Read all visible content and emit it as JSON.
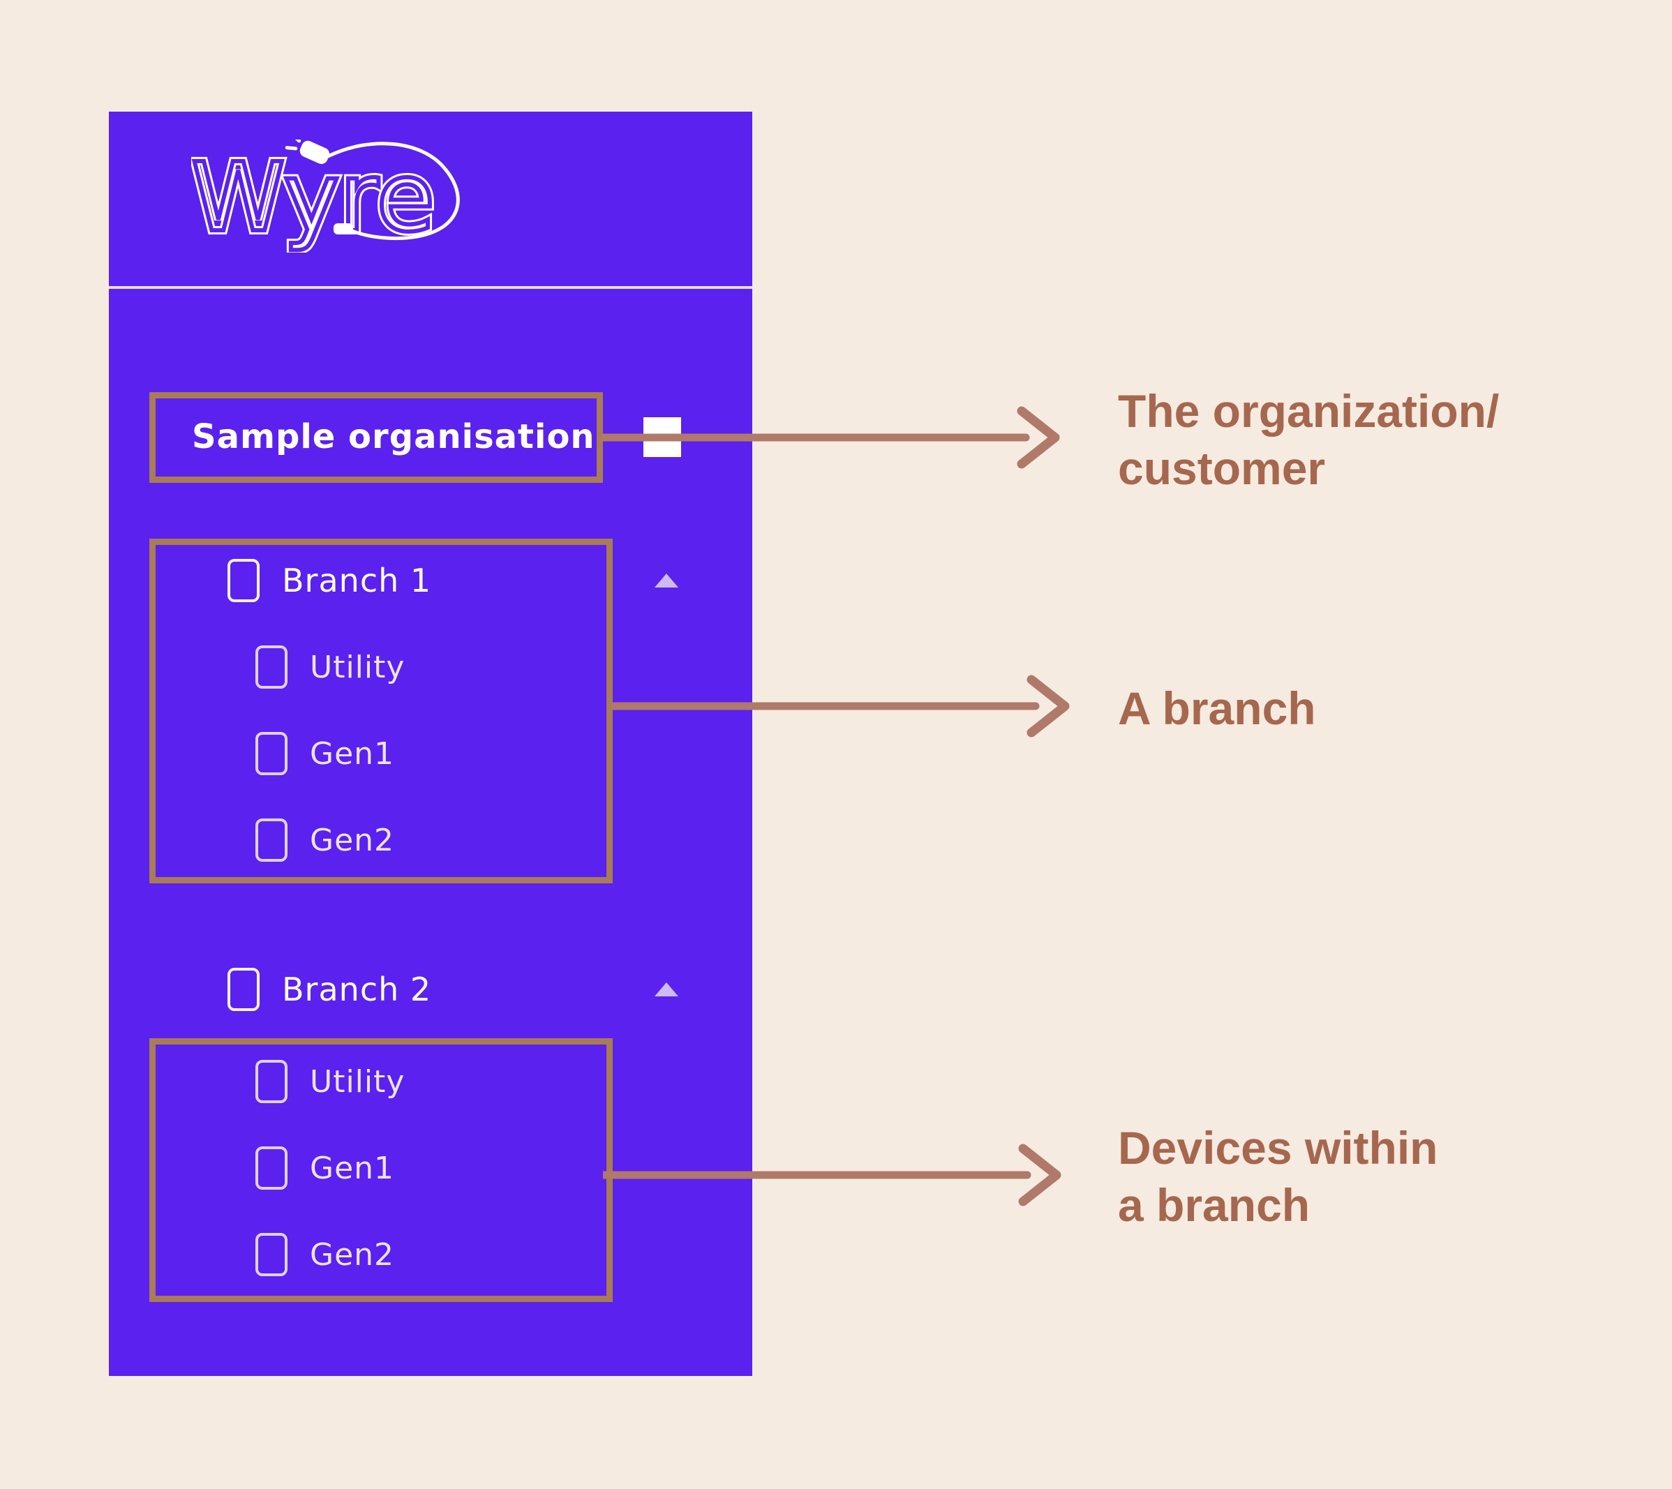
{
  "brand": {
    "name": "Wyre"
  },
  "sidebar": {
    "org": {
      "label": "Sample organisation"
    },
    "branches": [
      {
        "label": "Branch 1",
        "expanded": true,
        "devices": [
          "Utility",
          "Gen1",
          "Gen2"
        ]
      },
      {
        "label": "Branch 2",
        "expanded": true,
        "devices": [
          "Utility",
          "Gen1",
          "Gen2"
        ]
      }
    ]
  },
  "annotations": [
    {
      "id": "organization",
      "lines": [
        "The organization/",
        "customer"
      ]
    },
    {
      "id": "branch",
      "lines": [
        "A branch"
      ]
    },
    {
      "id": "devices",
      "lines": [
        "Devices within",
        "a branch"
      ]
    }
  ],
  "colors": {
    "background": "#F5EBE0",
    "sidebar": "#5B21EE",
    "annotation_box_border": "#A87C55",
    "arrow": "#B0796A",
    "annotation_text": "#A6674F",
    "collapse_icon": "#CDBCF2",
    "sidebar_text": "#FFFFFF",
    "sidebar_child_text": "#EDE4FC"
  }
}
